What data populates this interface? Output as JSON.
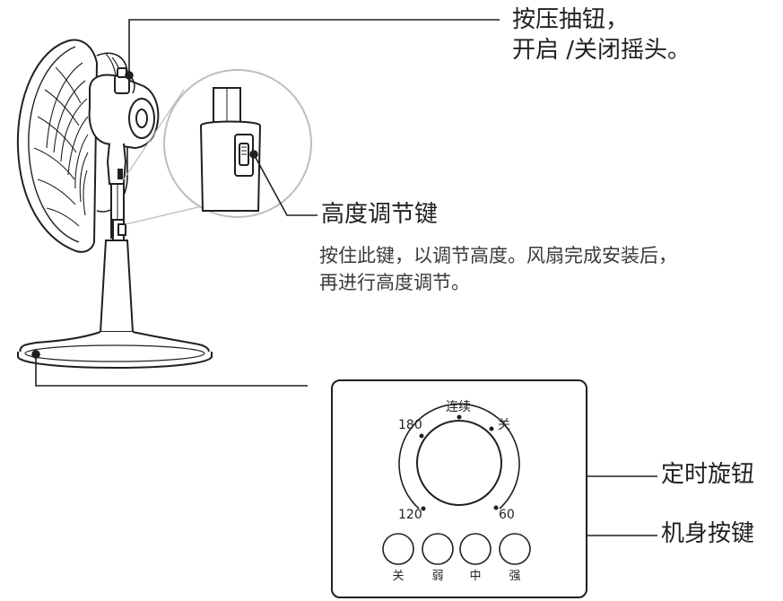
{
  "callouts": {
    "oscillation": {
      "line1": "按压抽钮，",
      "line2": "开启 /关闭摇头。"
    },
    "height_key": {
      "title": "高度调节键",
      "desc_line1": "按住此键，以调节高度。风扇完成安装后，",
      "desc_line2": "再进行高度调节。"
    },
    "timer_knob": "定时旋钮",
    "body_buttons": "机身按键"
  },
  "control_panel": {
    "dial_labels": {
      "continuous": "连续",
      "off": "关",
      "t60": "60",
      "t120": "120",
      "t180": "180"
    },
    "buttons": [
      {
        "label": "关"
      },
      {
        "label": "弱"
      },
      {
        "label": "中"
      },
      {
        "label": "强"
      }
    ]
  },
  "colors": {
    "line": "#231f20",
    "fan_gray": "#e8e8e8",
    "background": "#ffffff"
  }
}
